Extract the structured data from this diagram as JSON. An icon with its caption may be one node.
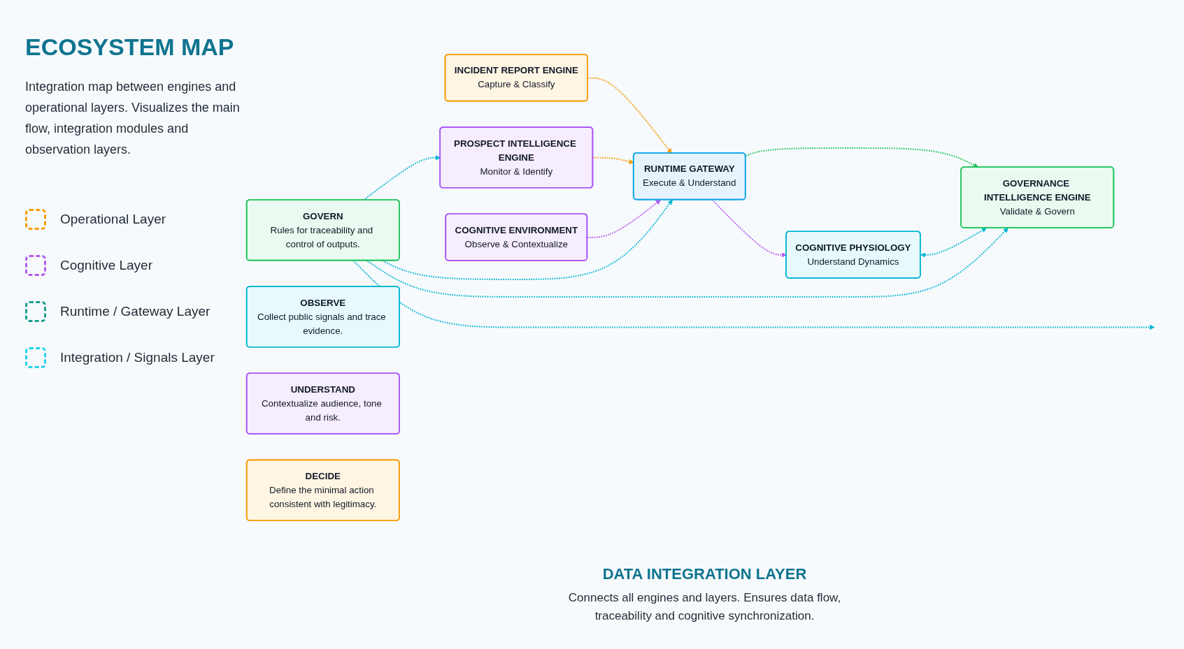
{
  "diagram": {
    "title": "ECOSYSTEM MAP",
    "nodes": [
      {
        "text": [
          "COGNITIVE ENVIRONMENT",
          "Observe & Contextualize"
        ]
      },
      {
        "text": [
          "INCIDENT REPORT ENGINE",
          "Capture & Classify"
        ]
      },
      {
        "text": [
          "COGNITIVE PHYSIOLOGY",
          "Understand Dynamics"
        ]
      },
      {
        "text": [
          "RUNTIME GATEWAY",
          "Execute & Understand"
        ]
      },
      {
        "text": [
          "PROSPECT INTELLIGENCE ENGINE",
          "Monitor & Identify"
        ]
      },
      {
        "text": [
          "GOVERNANCE INTELLIGENCE ENGINE",
          "Validate & Govern"
        ]
      },
      {
        "text": [
          "OBSERVE",
          "Collect public signals and trace evidence."
        ]
      },
      {
        "text": [
          "UNDERSTAND",
          "Contextualize audience, tone and risk."
        ]
      },
      {
        "text": [
          "DECIDE",
          "Define the minimal action consistent with legitimacy."
        ]
      },
      {
        "text": [
          "GOVERN",
          "Rules for traceability and control of outputs."
        ]
      }
    ],
    "edges": [
      {
        "from": 1,
        "to": 3,
        "arrow": "to",
        "style": "dashed",
        "color": "#f59e0b"
      },
      {
        "from": 4,
        "to": 3,
        "arrow": "to",
        "style": "dashed",
        "color": "#f59e0b"
      },
      {
        "from": 0,
        "to": 3,
        "arrow": "to",
        "style": "dashed",
        "color": "#b45cf0"
      },
      {
        "from": 3,
        "to": 2,
        "arrow": "to",
        "style": "dashed",
        "color": "#b45cf0"
      },
      {
        "from": 3,
        "to": 5,
        "arrow": "to",
        "style": "dashed",
        "color": "#22c55e"
      },
      {
        "from": 2,
        "to": 5,
        "arrow": "both",
        "style": "dashed"
      },
      {
        "from": 9,
        "to": 4,
        "arrow": "to",
        "style": "dashed"
      },
      {
        "from": 9,
        "to": 3,
        "arrow": "to",
        "style": "dashed"
      },
      {
        "from": 9,
        "to": 5,
        "arrow": "to",
        "style": "dashed"
      },
      {
        "from": 9,
        "to": null,
        "arrow": "to",
        "style": "dashed"
      }
    ],
    "labels": [
      "Integration map between engines and operational layers. Visualizes the main flow, integration modules and observation layers.",
      "DATA INTEGRATION LAYER",
      "Connects all engines and layers. Ensures data flow, traceability and cognitive synchronization."
    ],
    "legend": [
      {
        "text": "Operational Layer",
        "color": "#f59e0b"
      },
      {
        "text": "Cognitive Layer",
        "color": "#b45cf0"
      },
      {
        "text": "Runtime / Gateway Layer",
        "color": "#1f9e8e"
      },
      {
        "text": "Integration / Signals Layer",
        "color": "#22d3ee"
      }
    ]
  }
}
